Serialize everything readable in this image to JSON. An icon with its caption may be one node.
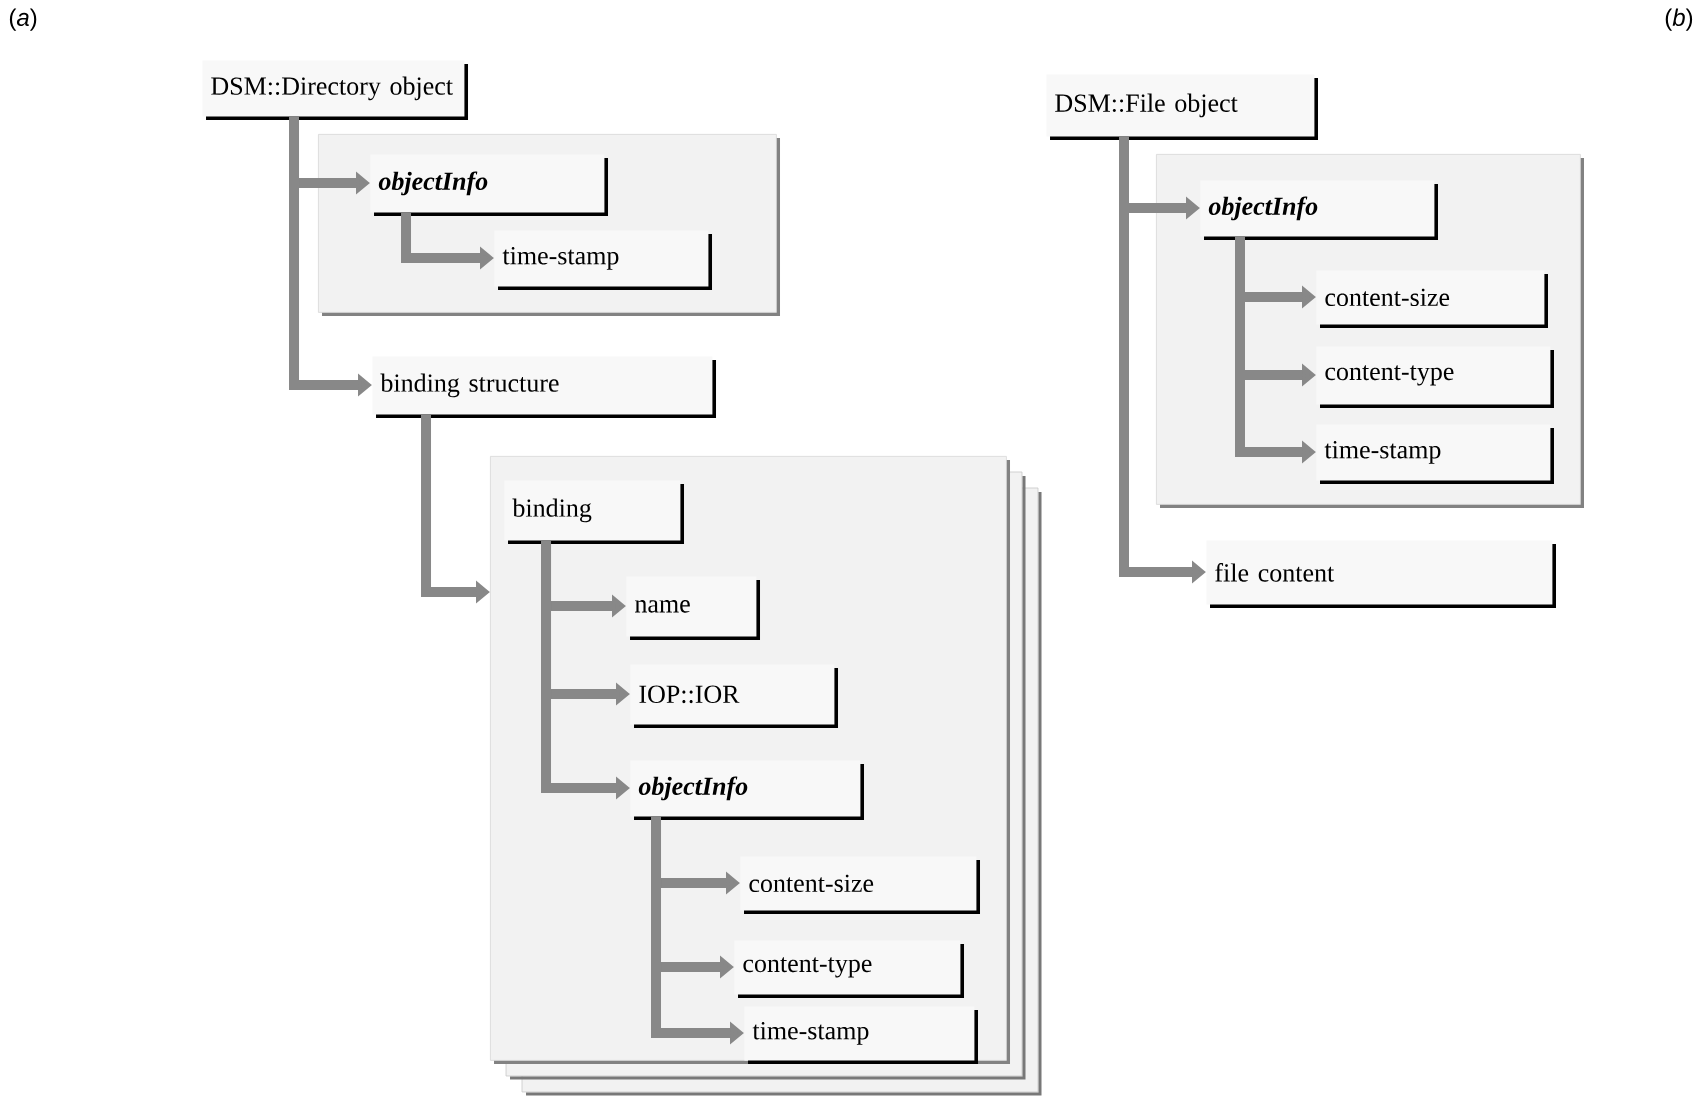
{
  "diagram": {
    "nodes": [
      {
        "text": [
          "DSM::Directory object"
        ]
      },
      {
        "text": [],
        "shape": "box"
      },
      {
        "text": [
          "objectInfo"
        ],
        "in": 1
      },
      {
        "text": [
          "time-stamp"
        ],
        "in": 1
      },
      {
        "text": [
          "binding structure"
        ]
      },
      {
        "text": [],
        "shape": "box"
      },
      {
        "text": [
          "binding"
        ],
        "in": 5
      },
      {
        "text": [
          "name"
        ],
        "in": 5
      },
      {
        "text": [
          "IOP::IOR"
        ],
        "in": 5
      },
      {
        "text": [
          "objectInfo"
        ],
        "in": 5
      },
      {
        "text": [
          "content-size"
        ],
        "in": 5
      },
      {
        "text": [
          "content-type"
        ],
        "in": 5
      },
      {
        "text": [
          "time-stamp"
        ],
        "in": 5
      },
      {
        "text": [
          "DSM::File object"
        ]
      },
      {
        "text": [],
        "shape": "box"
      },
      {
        "text": [
          "objectInfo"
        ],
        "in": 14
      },
      {
        "text": [
          "content-size"
        ],
        "in": 14
      },
      {
        "text": [
          "content-type"
        ],
        "in": 14
      },
      {
        "text": [
          "time-stamp"
        ],
        "in": 14
      },
      {
        "text": [
          "file content"
        ]
      }
    ],
    "edges": [
      {
        "from": 0,
        "to": 2,
        "arrow": "to"
      },
      {
        "from": 2,
        "to": 3,
        "arrow": "to"
      },
      {
        "from": 0,
        "to": 4,
        "arrow": "to"
      },
      {
        "from": 4,
        "to": 5,
        "arrow": "to"
      },
      {
        "from": 6,
        "to": 7,
        "arrow": "to"
      },
      {
        "from": 6,
        "to": 8,
        "arrow": "to"
      },
      {
        "from": 6,
        "to": 9,
        "arrow": "to"
      },
      {
        "from": 9,
        "to": 10,
        "arrow": "to"
      },
      {
        "from": 9,
        "to": 11,
        "arrow": "to"
      },
      {
        "from": 9,
        "to": 12,
        "arrow": "to"
      },
      {
        "from": 13,
        "to": 15,
        "arrow": "to"
      },
      {
        "from": 15,
        "to": 16,
        "arrow": "to"
      },
      {
        "from": 15,
        "to": 17,
        "arrow": "to"
      },
      {
        "from": 15,
        "to": 18,
        "arrow": "to"
      },
      {
        "from": 13,
        "to": 19,
        "arrow": "to"
      }
    ],
    "labels": [
      "(*a*)",
      "(*b*)"
    ]
  }
}
